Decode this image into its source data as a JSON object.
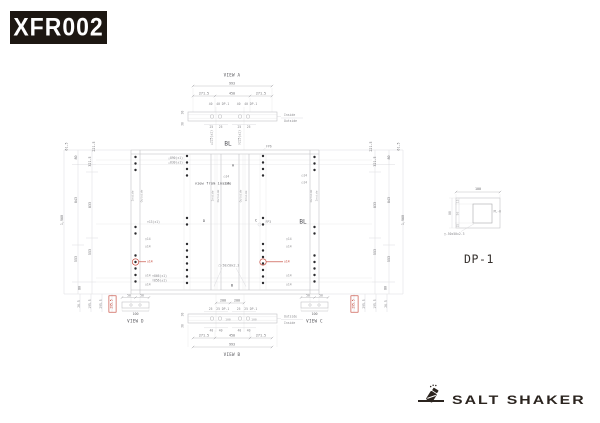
{
  "title_block": {
    "code": "XFR002"
  },
  "footer": {
    "brand": "SALT SHAKER"
  },
  "views": {
    "a": "VIEW A",
    "b": "VIEW B",
    "c": "VIEW C",
    "d": "VIEW D"
  },
  "markers": {
    "a": "A",
    "b": "B",
    "c": "C",
    "d": "D",
    "bl": "BL",
    "fp6": "FP6",
    "fp3": "FP3"
  },
  "notes": {
    "view_from_inside": "view from inside",
    "inside": "Inside",
    "outside": "Outside"
  },
  "callouts": {
    "hole": "○14",
    "tube": "□-50x50x2.3",
    "elev_890": "△890(±1)",
    "elev_830": "△830(±1)",
    "elev_13": "▽13(±1)",
    "elev_866": "▽866(±1)",
    "elev_856": "▽856(±1)",
    "elev_225_up": "△225(±1)",
    "elev_225_dn": "▽225(±1)"
  },
  "dims": {
    "overall_w": "993",
    "seg": "271.5",
    "mid": "450",
    "overall_h": "1,960",
    "h843": "843",
    "h833": "833",
    "h553": "553",
    "h80": "80",
    "h61_5": "61.5",
    "h221_5": "221.5",
    "h321_5": "321.5",
    "h26_5": "26.5",
    "h195_5": "195.5",
    "h295_5": "295.5",
    "t30": "30",
    "pair25": "25   25",
    "pair40": "40   40",
    "pair25dp": "25  25 DP-1",
    "pair40dp": "40  40 DP-1",
    "d200": "200",
    "d100": "100",
    "pair50": "50     50"
  },
  "detail": {
    "title": "DP-1",
    "plate": "PL-6",
    "tube": "□-50x50x2.3",
    "dim_100": "100",
    "dim_80": "80",
    "dim_50": "50",
    "dim_15": "15"
  },
  "colors": {
    "accent_red": "#c0392b",
    "ink": "#2b241f",
    "line": "#bdbdc0"
  }
}
